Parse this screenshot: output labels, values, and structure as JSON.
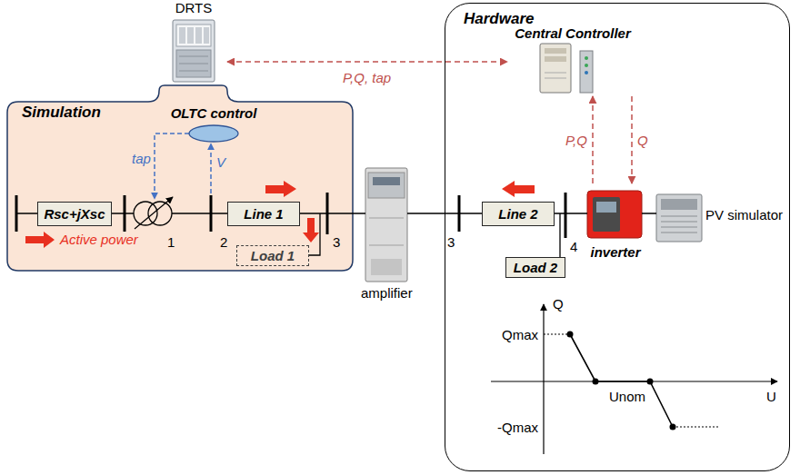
{
  "diagram": {
    "nodes": [
      {
        "text": [
          "DRTS"
        ]
      },
      {
        "text": [
          "Hardware"
        ]
      },
      {
        "text": [
          "Central Controller"
        ],
        "in": 1
      },
      {
        "text": [
          "Simulation"
        ]
      },
      {
        "text": [
          "OLTC control"
        ],
        "in": 3
      },
      {
        "text": [
          "Rsc+jXsc"
        ],
        "in": 3
      },
      {
        "text": [
          "Line 1"
        ],
        "in": 3
      },
      {
        "text": [
          "Load 1"
        ],
        "in": 3
      },
      {
        "text": [
          "Line 2"
        ],
        "in": 1
      },
      {
        "text": [
          "Load 2"
        ],
        "in": 1
      },
      {
        "text": [
          "inverter"
        ],
        "in": 1
      }
    ],
    "edges": [
      {
        "from": 0,
        "to": 2,
        "label": "P,Q, tap",
        "arrow": "both"
      },
      {
        "from": 10,
        "to": 2,
        "label": "P,Q",
        "arrow": "to"
      },
      {
        "from": 2,
        "to": 10,
        "label": "Q",
        "arrow": "to"
      }
    ],
    "labels": [
      "tap",
      "V",
      "1",
      "2",
      "3",
      "amplifier",
      "3",
      "4",
      "PV simulator",
      "Q",
      "Qmax",
      "Unom",
      "U",
      "-Qmax"
    ],
    "legend": [
      {
        "text": "Active power"
      }
    ]
  }
}
